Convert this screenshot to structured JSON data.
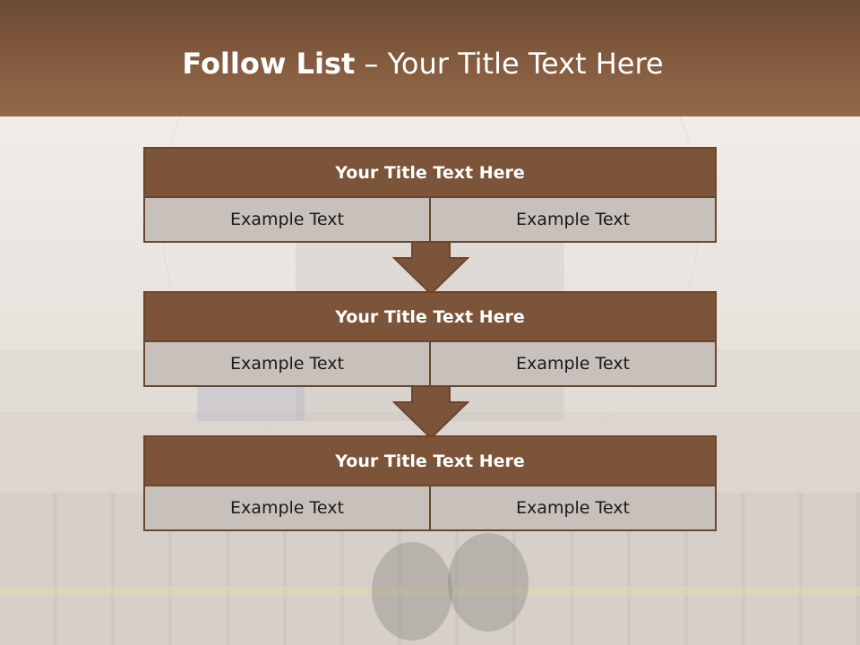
{
  "slide": {
    "title_bold": "Follow List",
    "title_rest": "– Your Title Text Here"
  },
  "colors": {
    "header": "#855c40",
    "box_title": "#7c5439",
    "cell": "#c8c0ba",
    "border": "#6a4630"
  },
  "blocks": [
    {
      "title": "Your Title Text Here",
      "left": "Example Text",
      "right": "Example Text"
    },
    {
      "title": "Your Title Text Here",
      "left": "Example Text",
      "right": "Example Text"
    },
    {
      "title": "Your Title Text Here",
      "left": "Example Text",
      "right": "Example Text"
    }
  ]
}
